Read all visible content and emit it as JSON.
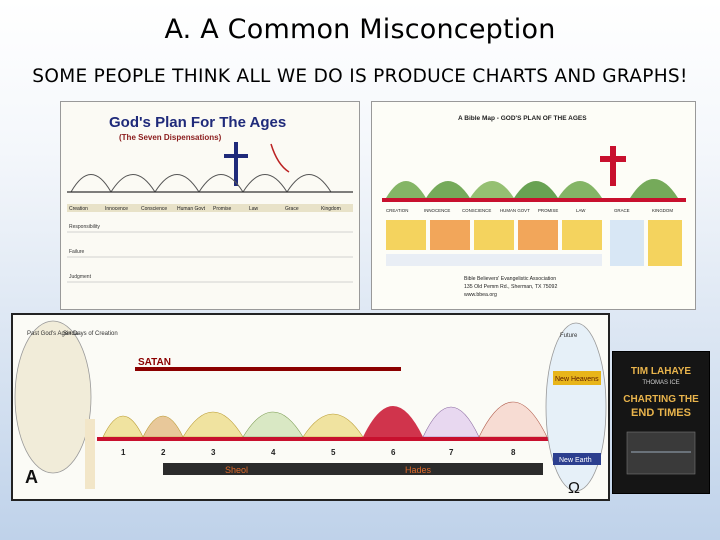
{
  "slide": {
    "title": "A. A Common Misconception",
    "subtitle": "SOME PEOPLE THINK ALL WE DO IS PRODUCE CHARTS AND GRAPHS!"
  },
  "chart_one": {
    "heading": "God's Plan For The Ages",
    "subheading": "(The Seven Dispensations)",
    "era_labels": [
      "Creation",
      "Innocence",
      "Conscience",
      "Human Govt",
      "Promise",
      "Law",
      "Grace",
      "Kingdom"
    ],
    "row_labels": [
      "Responsibility",
      "Failure",
      "Judgment"
    ]
  },
  "chart_two": {
    "heading": "A Bible Map - GOD'S PLAN OF THE AGES",
    "era_labels": [
      "CREATION",
      "INNOCENCE",
      "CONSCIENCE",
      "HUMAN GOVT",
      "PROMISE",
      "LAW",
      "GRACE",
      "KINGDOM"
    ],
    "footer_line1": "Bible Believers' Evangelistic Association",
    "footer_line2": "135 Old Pemm Rd., Sherman, TX 75092",
    "footer_line3": "www.bbea.org"
  },
  "chart_three": {
    "left_label_top": "Past God's Agenda",
    "left_label_mid": "Six Days of Creation",
    "banner": "SATAN",
    "alpha": "A",
    "omega": "Ω",
    "sheol": "Sheol",
    "hades": "Hades",
    "new_heavens": "New Heavens",
    "new_earth": "New Earth",
    "future": "Future",
    "numbers": [
      "1",
      "2",
      "3",
      "4",
      "5",
      "6",
      "7",
      "8"
    ]
  },
  "book": {
    "author": "TIM LAHAYE",
    "coauthor": "THOMAS ICE",
    "title_line1": "CHARTING THE",
    "title_line2": "END TIMES"
  },
  "colors": {
    "accent_red": "#c8102e",
    "accent_gold": "#e8b51a",
    "accent_blue": "#2c3f8f",
    "accent_green": "#2e8b3e"
  }
}
